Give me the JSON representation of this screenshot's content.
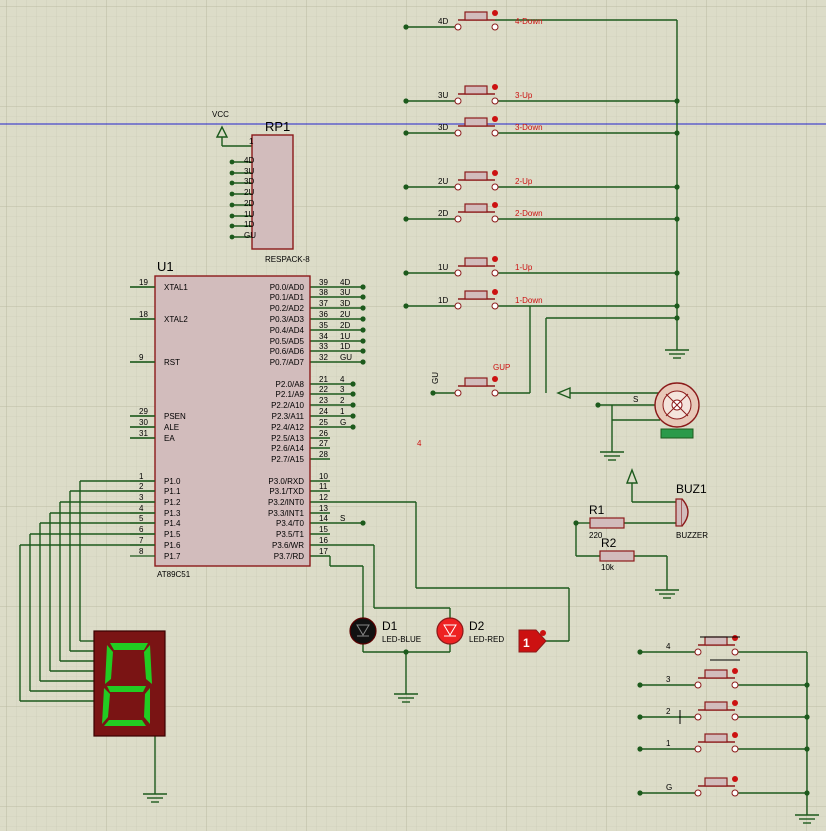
{
  "colors": {
    "background": "#dcdcc8",
    "grid": "#c4c4ae",
    "wire": "#1c5a1c",
    "component": "#8b1a1a",
    "component_fill": "#d2bcbc",
    "text": "#000000",
    "net_red": "#cc1111",
    "junction": "#1c5a1c",
    "digit_on": "#22cc22",
    "digit_bg": "#7a1414",
    "guide_line": "#2222cc"
  },
  "mcu": {
    "ref": "U1",
    "part": "AT89C51",
    "left_pins": [
      {
        "num": "19",
        "name": "XTAL1"
      },
      {
        "num": "18",
        "name": "XTAL2"
      },
      {
        "num": "9",
        "name": "RST"
      },
      {
        "num": "29",
        "name": "PSEN"
      },
      {
        "num": "30",
        "name": "ALE"
      },
      {
        "num": "31",
        "name": "EA"
      },
      {
        "num": "1",
        "name": "P1.0"
      },
      {
        "num": "2",
        "name": "P1.1"
      },
      {
        "num": "3",
        "name": "P1.2"
      },
      {
        "num": "4",
        "name": "P1.3"
      },
      {
        "num": "5",
        "name": "P1.4"
      },
      {
        "num": "6",
        "name": "P1.5"
      },
      {
        "num": "7",
        "name": "P1.6"
      },
      {
        "num": "8",
        "name": "P1.7"
      }
    ],
    "right_pins": [
      {
        "num": "39",
        "name": "P0.0/AD0",
        "net": "4D"
      },
      {
        "num": "38",
        "name": "P0.1/AD1",
        "net": "3U"
      },
      {
        "num": "37",
        "name": "P0.2/AD2",
        "net": "3D"
      },
      {
        "num": "36",
        "name": "P0.3/AD3",
        "net": "2U"
      },
      {
        "num": "35",
        "name": "P0.4/AD4",
        "net": "2D"
      },
      {
        "num": "34",
        "name": "P0.5/AD5",
        "net": "1U"
      },
      {
        "num": "33",
        "name": "P0.6/AD6",
        "net": "1D"
      },
      {
        "num": "32",
        "name": "P0.7/AD7",
        "net": "GU"
      },
      {
        "num": "21",
        "name": "P2.0/A8",
        "net": "4"
      },
      {
        "num": "22",
        "name": "P2.1/A9",
        "net": "3"
      },
      {
        "num": "23",
        "name": "P2.2/A10",
        "net": "2"
      },
      {
        "num": "24",
        "name": "P2.3/A11",
        "net": "1"
      },
      {
        "num": "25",
        "name": "P2.4/A12",
        "net": "G"
      },
      {
        "num": "26",
        "name": "P2.5/A13",
        "net": ""
      },
      {
        "num": "27",
        "name": "P2.6/A14",
        "net": ""
      },
      {
        "num": "28",
        "name": "P2.7/A15",
        "net": ""
      },
      {
        "num": "10",
        "name": "P3.0/RXD",
        "net": ""
      },
      {
        "num": "11",
        "name": "P3.1/TXD",
        "net": ""
      },
      {
        "num": "12",
        "name": "P3.2/INT0",
        "net": ""
      },
      {
        "num": "13",
        "name": "P3.3/INT1",
        "net": ""
      },
      {
        "num": "14",
        "name": "P3.4/T0",
        "net": "S"
      },
      {
        "num": "15",
        "name": "P3.5/T1",
        "net": ""
      },
      {
        "num": "16",
        "name": "P3.6/WR",
        "net": ""
      },
      {
        "num": "17",
        "name": "P3.7/RD",
        "net": ""
      }
    ]
  },
  "respack": {
    "ref": "RP1",
    "part": "RESPACK-8",
    "pin1": "1",
    "power_label": "VCC",
    "nets": [
      "4D",
      "3U",
      "3D",
      "2U",
      "2D",
      "1U",
      "1D",
      "GU"
    ]
  },
  "floor_buttons": [
    {
      "net": "4D",
      "label": "4-Down"
    },
    {
      "net": "3U",
      "label": "3-Up"
    },
    {
      "net": "3D",
      "label": "3-Down"
    },
    {
      "net": "2U",
      "label": "2-Up"
    },
    {
      "net": "2D",
      "label": "2-Down"
    },
    {
      "net": "1U",
      "label": "1-Up"
    },
    {
      "net": "1D",
      "label": "1-Down"
    }
  ],
  "gup_button": {
    "net": "GU",
    "label": "GUP"
  },
  "car_buttons": [
    {
      "net": "4"
    },
    {
      "net": "3"
    },
    {
      "net": "2"
    },
    {
      "net": "1"
    },
    {
      "net": "G"
    }
  ],
  "motor": {
    "net": "S"
  },
  "buzzer": {
    "ref": "BUZ1",
    "part": "BUZZER"
  },
  "resistors": [
    {
      "ref": "R1",
      "value": "220"
    },
    {
      "ref": "R2",
      "value": "10k"
    }
  ],
  "leds": [
    {
      "ref": "D1",
      "part": "LED-BLUE"
    },
    {
      "ref": "D2",
      "part": "LED-RED"
    }
  ],
  "logic_probe": {
    "value": "1"
  },
  "floating_text": "4"
}
